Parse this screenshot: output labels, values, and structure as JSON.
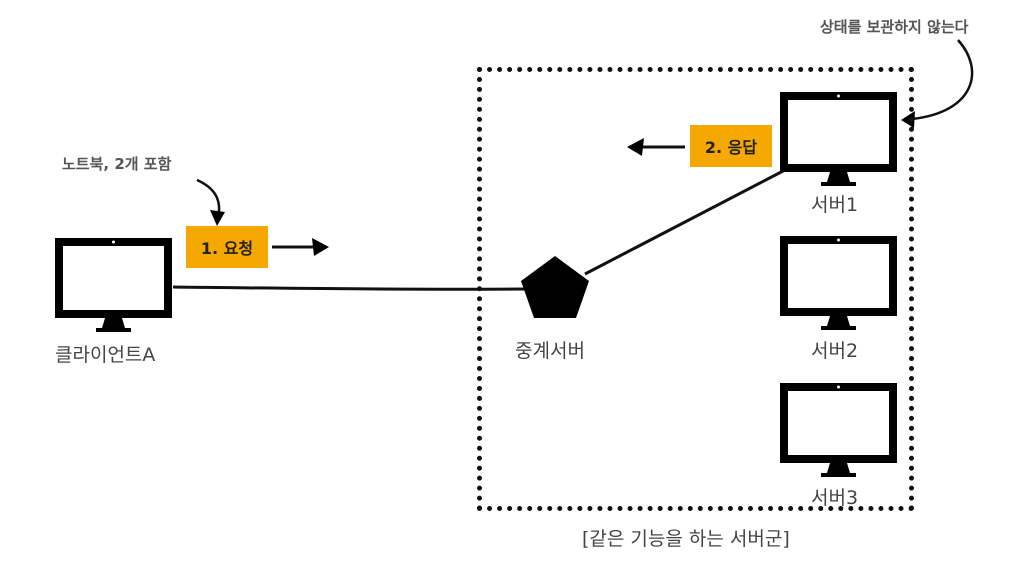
{
  "client": {
    "label": "클라이언트A"
  },
  "relay": {
    "label": "중계서버"
  },
  "servers": [
    {
      "label": "서버1"
    },
    {
      "label": "서버2"
    },
    {
      "label": "서버3"
    }
  ],
  "group_caption": "[같은 기능을 하는 서버군]",
  "request_tag": "1. 요청",
  "response_tag": "2. 응답",
  "client_note": "노트북, 2개 포함",
  "stateless_note": "상태를 보관하지 않는다"
}
